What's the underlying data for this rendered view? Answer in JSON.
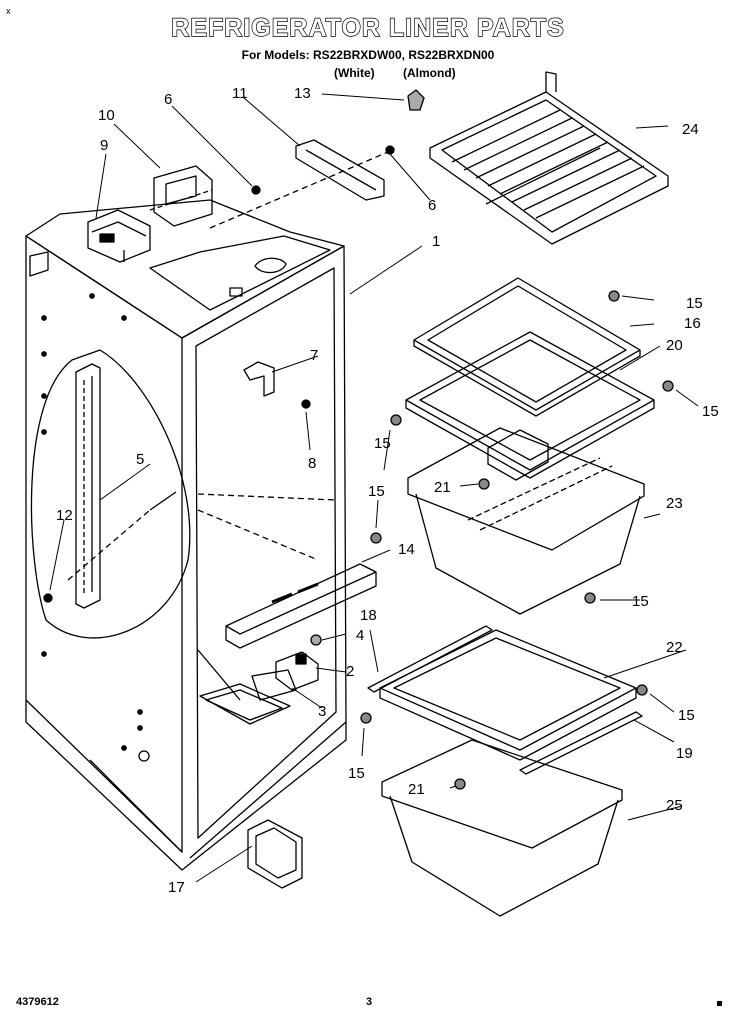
{
  "header": {
    "corner_mark": "x",
    "title": "REFRIGERATOR LINER PARTS",
    "models_line": "For Models: RS22BRXDW00, RS22BRXDN00",
    "variant_white": "(White)",
    "variant_almond": "(Almond)"
  },
  "callouts": {
    "c1": "1",
    "c2": "2",
    "c3": "3",
    "c4": "4",
    "c5": "5",
    "c6a": "6",
    "c6b": "6",
    "c7": "7",
    "c8": "8",
    "c9": "9",
    "c10": "10",
    "c11": "11",
    "c12": "12",
    "c13": "13",
    "c14": "14",
    "c15a": "15",
    "c15b": "15",
    "c15c": "15",
    "c15d": "15",
    "c15e": "15",
    "c15f": "15",
    "c15g": "15",
    "c16": "16",
    "c17": "17",
    "c18": "18",
    "c19": "19",
    "c20": "20",
    "c21a": "21",
    "c21b": "21",
    "c22": "22",
    "c23": "23",
    "c24": "24",
    "c25": "25"
  },
  "footer": {
    "doc_number": "4379612",
    "page_number": "3"
  }
}
